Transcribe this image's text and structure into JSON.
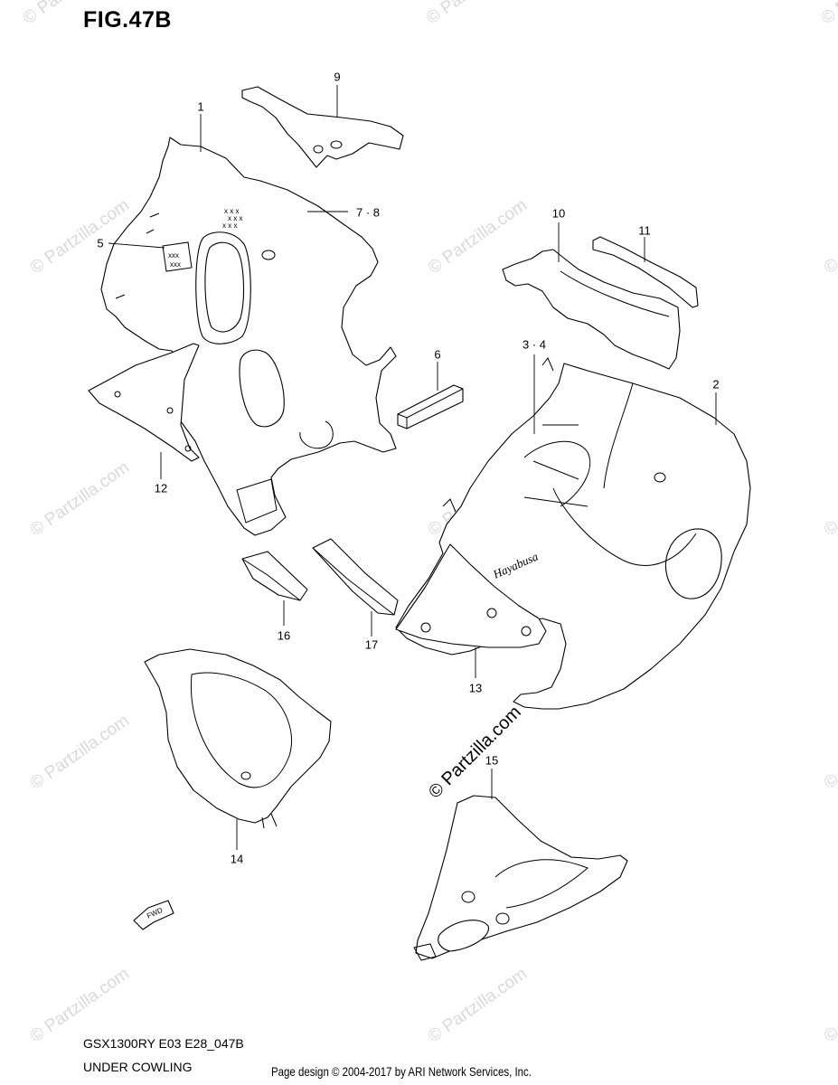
{
  "figure": {
    "title": "FIG.47B"
  },
  "callouts": {
    "c1": "1",
    "c2": "2",
    "c34": "3 · 4",
    "c5": "5",
    "c6": "6",
    "c78": "7 · 8",
    "c9": "9",
    "c10": "10",
    "c11": "11",
    "c12": "12",
    "c13": "13",
    "c14": "14",
    "c15": "15",
    "c16": "16",
    "c17": "17"
  },
  "footer": {
    "model_code": "GSX1300RY E03 E28_047B",
    "section_name": "UNDER COWLING",
    "credit": "Page design © 2004-2017 by ARI Network Services, Inc."
  },
  "watermark": {
    "text": "© Partzilla.com"
  },
  "decal": {
    "text": "Hayabusa"
  },
  "fwd_arrow": {
    "text": "FWD",
    "icon": "fwd-arrow-icon"
  }
}
